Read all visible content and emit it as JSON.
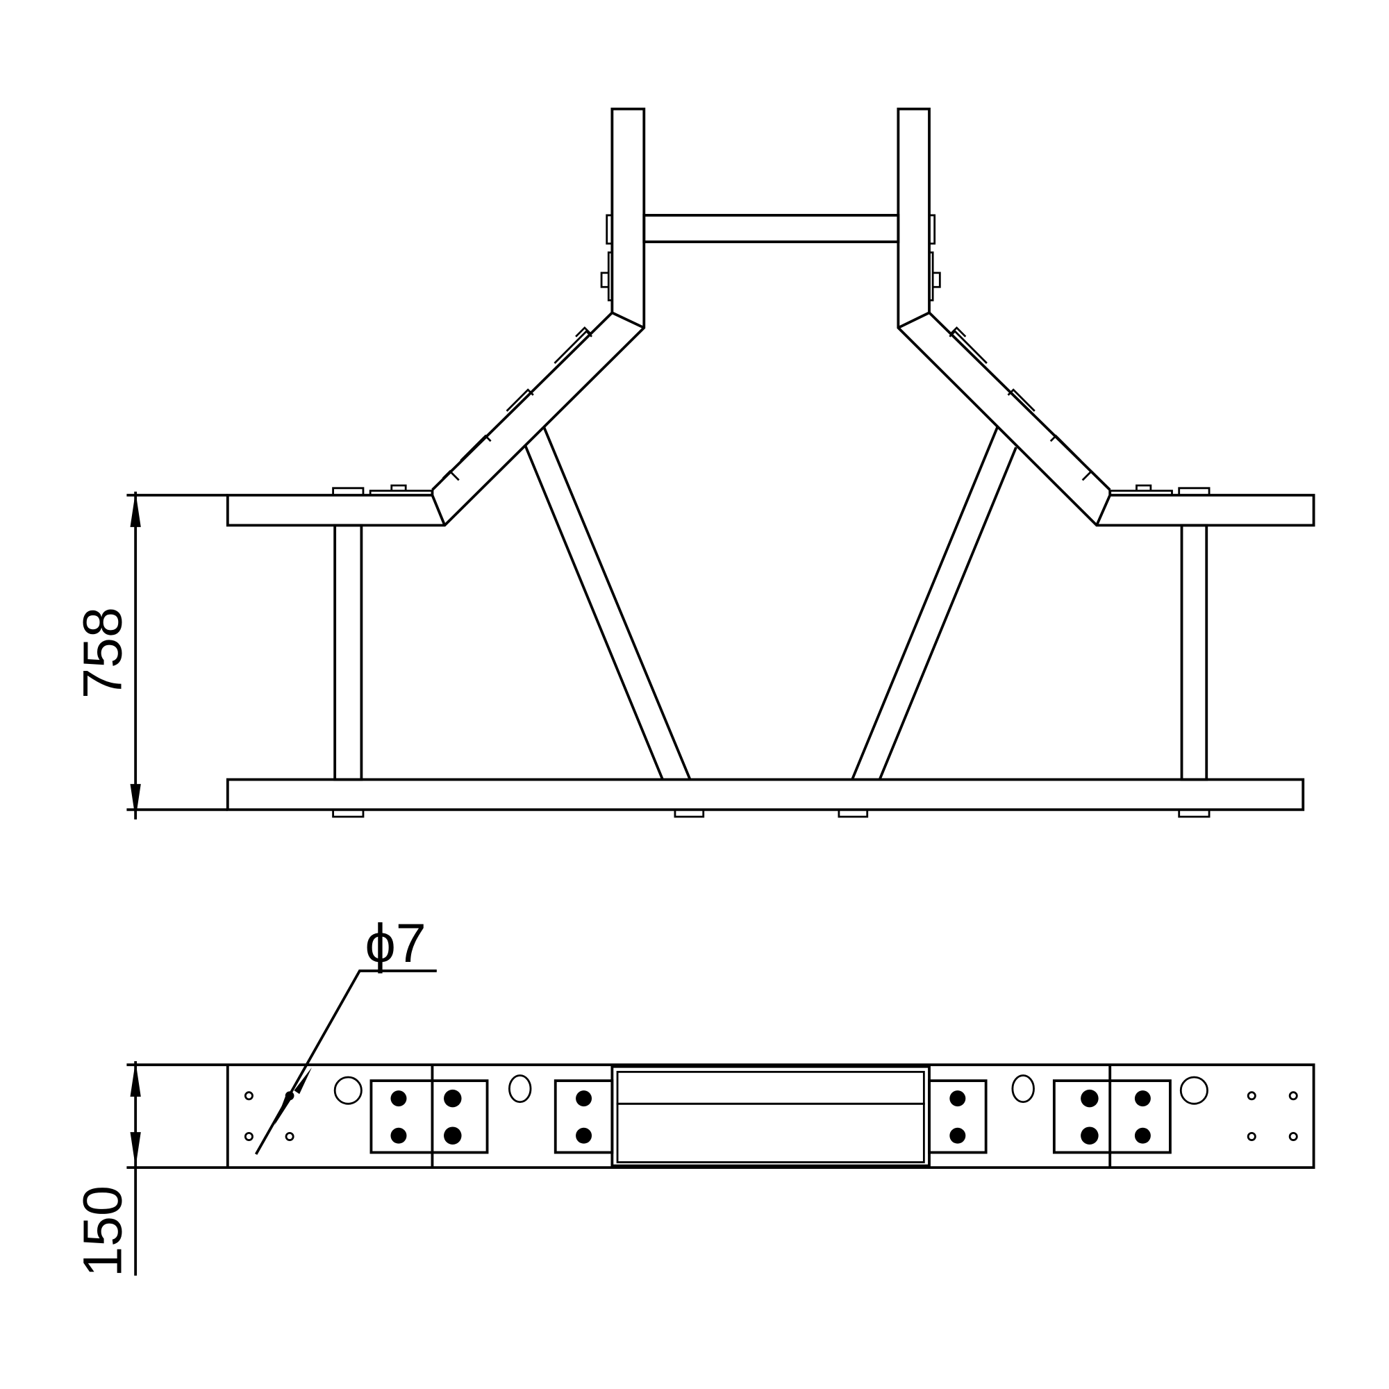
{
  "drawing": {
    "top_view": {
      "dimension_height": "758"
    },
    "side_view": {
      "dimension_height": "150",
      "hole_diameter_label": "ϕ7"
    },
    "line_color": "#000000",
    "background": "#ffffff"
  }
}
